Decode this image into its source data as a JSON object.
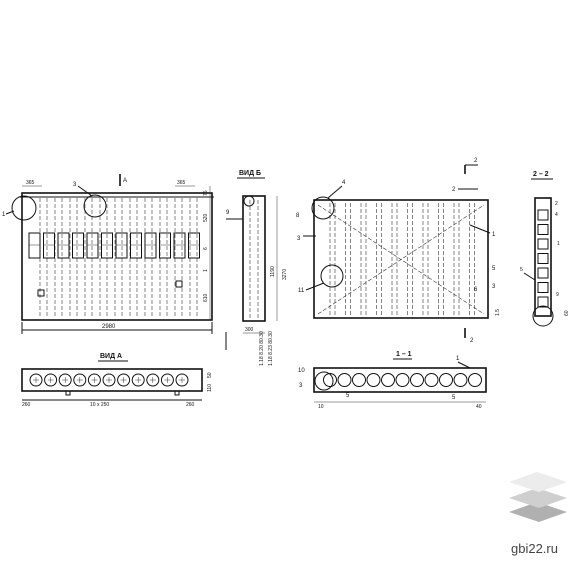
{
  "views": {
    "vid_a": "ВИД А",
    "vid_b": "ВИД Б",
    "section_1": "1 – 1",
    "section_2": "2 – 2"
  },
  "front": {
    "w_total": "2980",
    "dim_365_left": "365",
    "dim_365_right": "365",
    "dim_75": "75",
    "dim_520": "520",
    "dim_6": "6",
    "dim_610": "610",
    "dim_1": "1",
    "callout_1": "1",
    "callout_3": "3",
    "view_arrow_a": "А"
  },
  "side": {
    "dim_1190": "1190",
    "dim_3270": "3270",
    "dim_300": "300",
    "callout_9": "9",
    "stack_1": "1.18  8.20  80.30",
    "stack_2": "1.18  8.23  80.30"
  },
  "plan": {
    "callout_4": "4",
    "callout_2": "2",
    "callout_1": "1",
    "callout_8": "8",
    "callout_3": "3",
    "callout_11": "11",
    "callout_6": "6",
    "callout_5": "5",
    "callout_3b": "3",
    "dim_15": "1.5",
    "cut_2_top": "2",
    "cut_2_bottom": "2",
    "cut_1": "1"
  },
  "section22": {
    "callout_2": "2",
    "callout_4": "4",
    "callout_1": "1",
    "callout_5": "5",
    "callout_9": "9",
    "dim_60": "60"
  },
  "vida": {
    "dim_260_left": "260",
    "dim_pitch": "10 х 250",
    "dim_260_right": "260",
    "dim_50": "50",
    "dim_110": "110"
  },
  "sec11": {
    "callout_10": "10",
    "callout_1": "1",
    "callout_3": "3",
    "callout_5a": "5",
    "callout_5b": "5",
    "dim_10": "10",
    "dim_40": "40"
  },
  "brand": {
    "site": "gbi22.ru",
    "logo_top": "#ececec",
    "logo_mid": "#cfcfcf",
    "logo_bot": "#b0b0b0"
  }
}
